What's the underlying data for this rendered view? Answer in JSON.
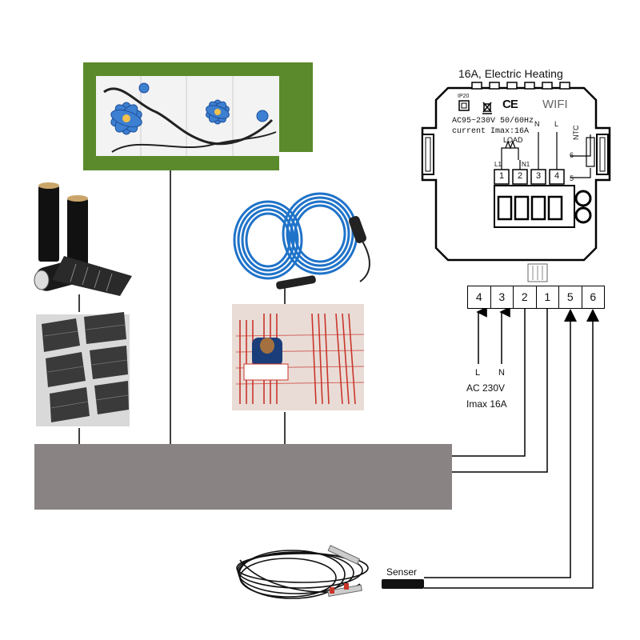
{
  "thermostat": {
    "title": "16A, Electric Heating",
    "ip_rating": "IP20",
    "ce_mark": "CE",
    "wifi_label": "WIFI",
    "voltage_spec": "AC95~230V 50/60Hz",
    "current_spec": "current Imax:16A",
    "load_label": "LOAD",
    "l1_label": "L1",
    "n1_label": "N1",
    "n_label": "N",
    "l_label": "L",
    "ntc_label": "NTC",
    "ntc_pin_6": "6",
    "ntc_pin_5": "5",
    "terminals": [
      "1",
      "2",
      "3",
      "4"
    ]
  },
  "terminal_block": {
    "pins": [
      "4",
      "3",
      "2",
      "1",
      "5",
      "6"
    ]
  },
  "power": {
    "l_label": "L",
    "n_label": "N",
    "voltage": "AC 230V",
    "current": "Imax 16A"
  },
  "sensor": {
    "label": "Senser"
  },
  "icons": {
    "heating_panel": "decorative-heating-panel-image",
    "heating_film": "heating-film-roll-image",
    "heating_cable": "heating-cable-coil-image",
    "floor_install": "floor-heating-install-image",
    "sensor_cable": "ntc-sensor-cable-image"
  },
  "colors": {
    "floor_slab": "#8a8383",
    "frame_green": "#5b8a2c",
    "cable_blue": "#1f73c9",
    "heating_red": "#c9352b"
  }
}
